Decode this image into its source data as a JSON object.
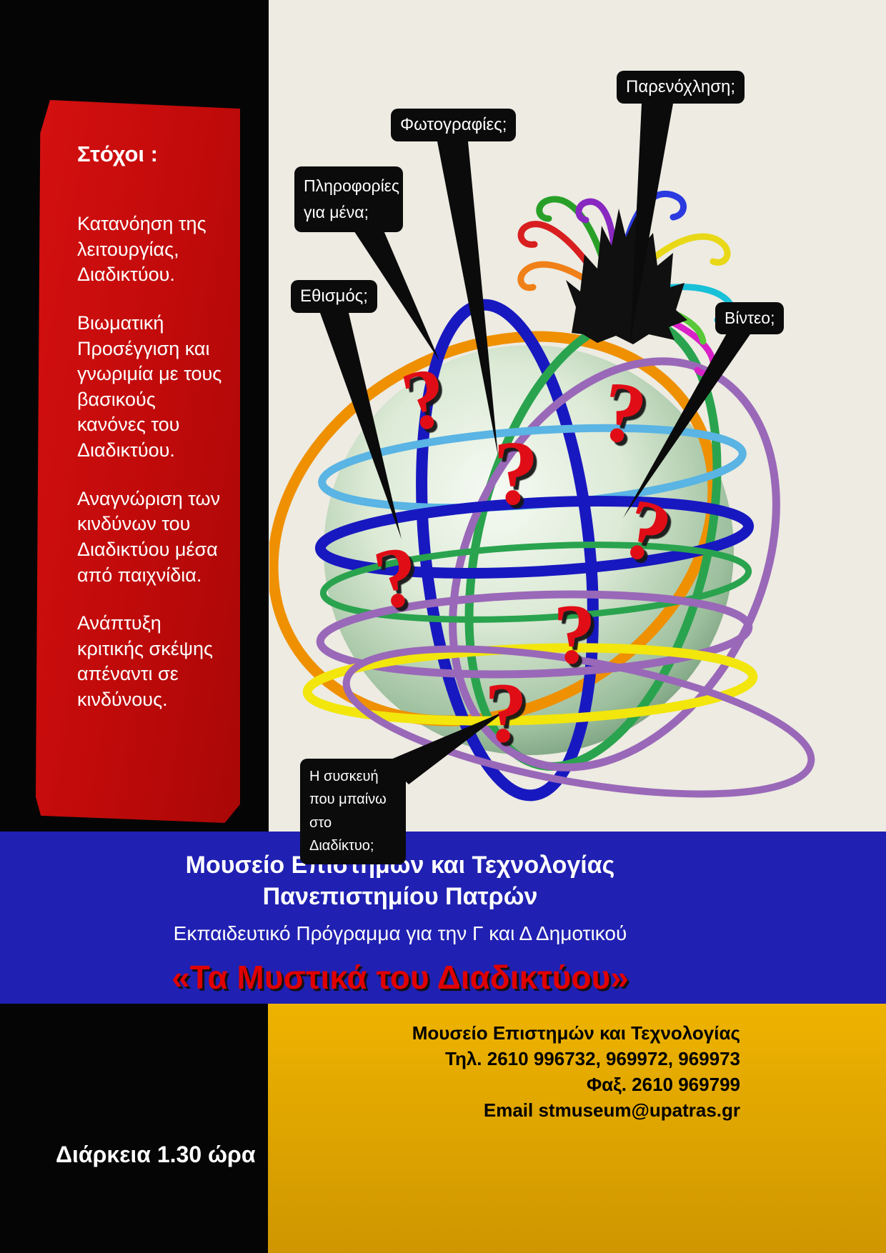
{
  "goals": {
    "title": "Στόχοι :",
    "items": [
      "Κατανόηση της λειτουργίας, Διαδικτύου.",
      "Βιωματική Προσέγγιση και γνωριμία με τους βασικούς κανόνες του Διαδικτύου.",
      "Αναγνώριση των  κινδύνων του Διαδικτύου μέσα από παιχνίδια.",
      "Ανάπτυξη κριτικής σκέψης απέναντι σε κινδύνους."
    ]
  },
  "callouts": [
    {
      "label": "Πληροφορίες για μένα;"
    },
    {
      "label": "Φωτογραφίες;"
    },
    {
      "label": "Παρενόχληση;"
    },
    {
      "label": "Εθισμός;"
    },
    {
      "label": "Βίντεο;"
    },
    {
      "label": "Η συσκευή που μπαίνω  στο Διαδίκτυο;"
    }
  ],
  "illustration": {
    "question_mark": "?"
  },
  "banner": {
    "museum_line1": "Μουσείο  Επιστημών και Τεχνολογίας",
    "museum_line2": "Πανεπιστημίου Πατρών",
    "program_line": "Εκπαιδευτικό Πρόγραμμα για την Γ και Δ Δημοτικού",
    "title": "«Τα Μυστικά του Διαδικτύου»"
  },
  "contact": {
    "name": "Μουσείο Επιστημών και Τεχνολογίας",
    "tel": "Τηλ. 2610 996732, 969972, 969973",
    "fax": "Φαξ. 2610 969799",
    "email": "Email stmuseum@upatras.gr"
  },
  "duration": "Διάρκεια  1.30 ώρα",
  "colors": {
    "ribbon_red": "#c00a0a",
    "band_blue": "#2020b2",
    "panel_gold": "#e2a800",
    "title_red": "#e00000",
    "question_red": "#e00916"
  }
}
